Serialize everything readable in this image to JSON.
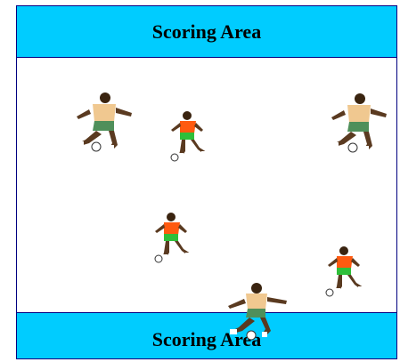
{
  "zones": {
    "top_label": "Scoring Area",
    "bottom_label": "Scoring Area"
  },
  "colors": {
    "zone_fill": "#00ccff",
    "border": "#000080",
    "kit_a_shirt": "#f0c890",
    "kit_a_shorts": "#4f8f5a",
    "kit_b_shirt": "#ff5a10",
    "kit_b_shorts": "#2fbf3a"
  },
  "players": [
    {
      "team": "tan-kit",
      "icon": "soccer-player-icon"
    },
    {
      "team": "orange-kit",
      "icon": "soccer-player-icon"
    },
    {
      "team": "tan-kit",
      "icon": "soccer-player-icon"
    },
    {
      "team": "orange-kit",
      "icon": "soccer-player-icon"
    },
    {
      "team": "orange-kit",
      "icon": "soccer-player-icon"
    },
    {
      "team": "tan-kit",
      "icon": "soccer-player-icon"
    }
  ]
}
